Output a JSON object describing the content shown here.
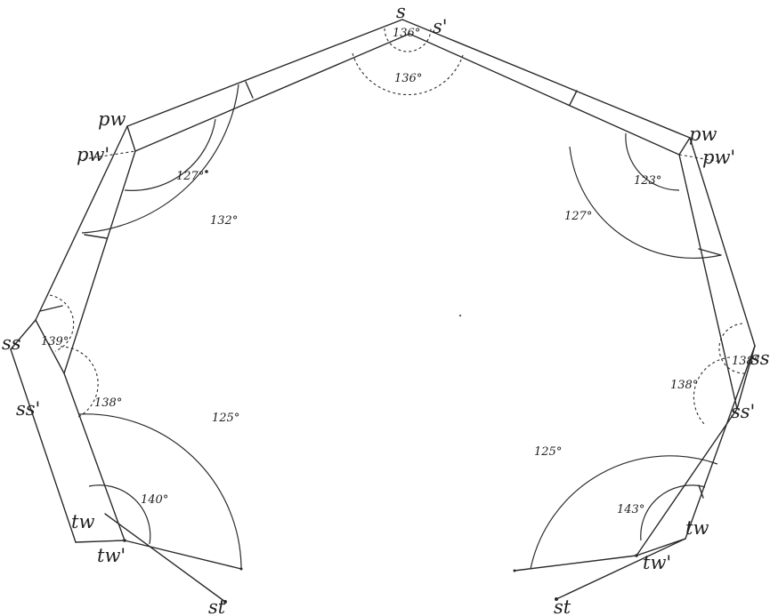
{
  "points": {
    "s": "s",
    "s_prime": "s'",
    "pw_left": "pw",
    "pw_prime_left": "pw'",
    "pw_right": "pw",
    "pw_prime_right": "pw'",
    "ss_left": "ss",
    "ss_prime_left": "ss'",
    "ss_right": "ss",
    "ss_prime_right": "ss'",
    "tw_left": "tw",
    "tw_prime_left": "tw'",
    "tw_right": "tw",
    "tw_prime_right": "tw'",
    "st_left": "st",
    "st_right": "st"
  },
  "angles": {
    "top_inner": "136°",
    "top_outer": "136°",
    "pw_left_inner": "127°",
    "pw_left_outer": "132°",
    "pw_right_inner": "123°",
    "pw_right_outer": "127°",
    "ss_left_upper": "139°",
    "ss_left_lower": "138°",
    "ss_right_upper": "138°",
    "ss_right_lower": "138°",
    "tw_left_inner": "140°",
    "tw_left_outer": "125°",
    "tw_right_inner": "143°",
    "tw_right_outer": "125°"
  }
}
